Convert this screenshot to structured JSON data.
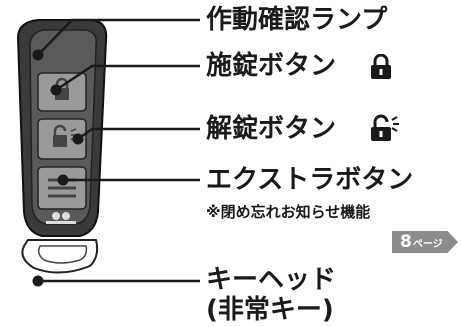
{
  "remote": {
    "brand_mark": "logo-icon"
  },
  "callouts": {
    "indicator_lamp": "作動確認ランプ",
    "lock_button": "施錠ボタン",
    "unlock_button": "解錠ボタン",
    "extra_button": "エクストラボタン",
    "extra_button_note": "※閉め忘れお知らせ機能",
    "key_head": "キーヘッド",
    "key_head_note": "(非常キー)"
  },
  "page_reference": {
    "number": "8",
    "unit": "ページ"
  },
  "icons": {
    "lock": "padlock-closed-icon",
    "unlock": "padlock-open-icon"
  }
}
